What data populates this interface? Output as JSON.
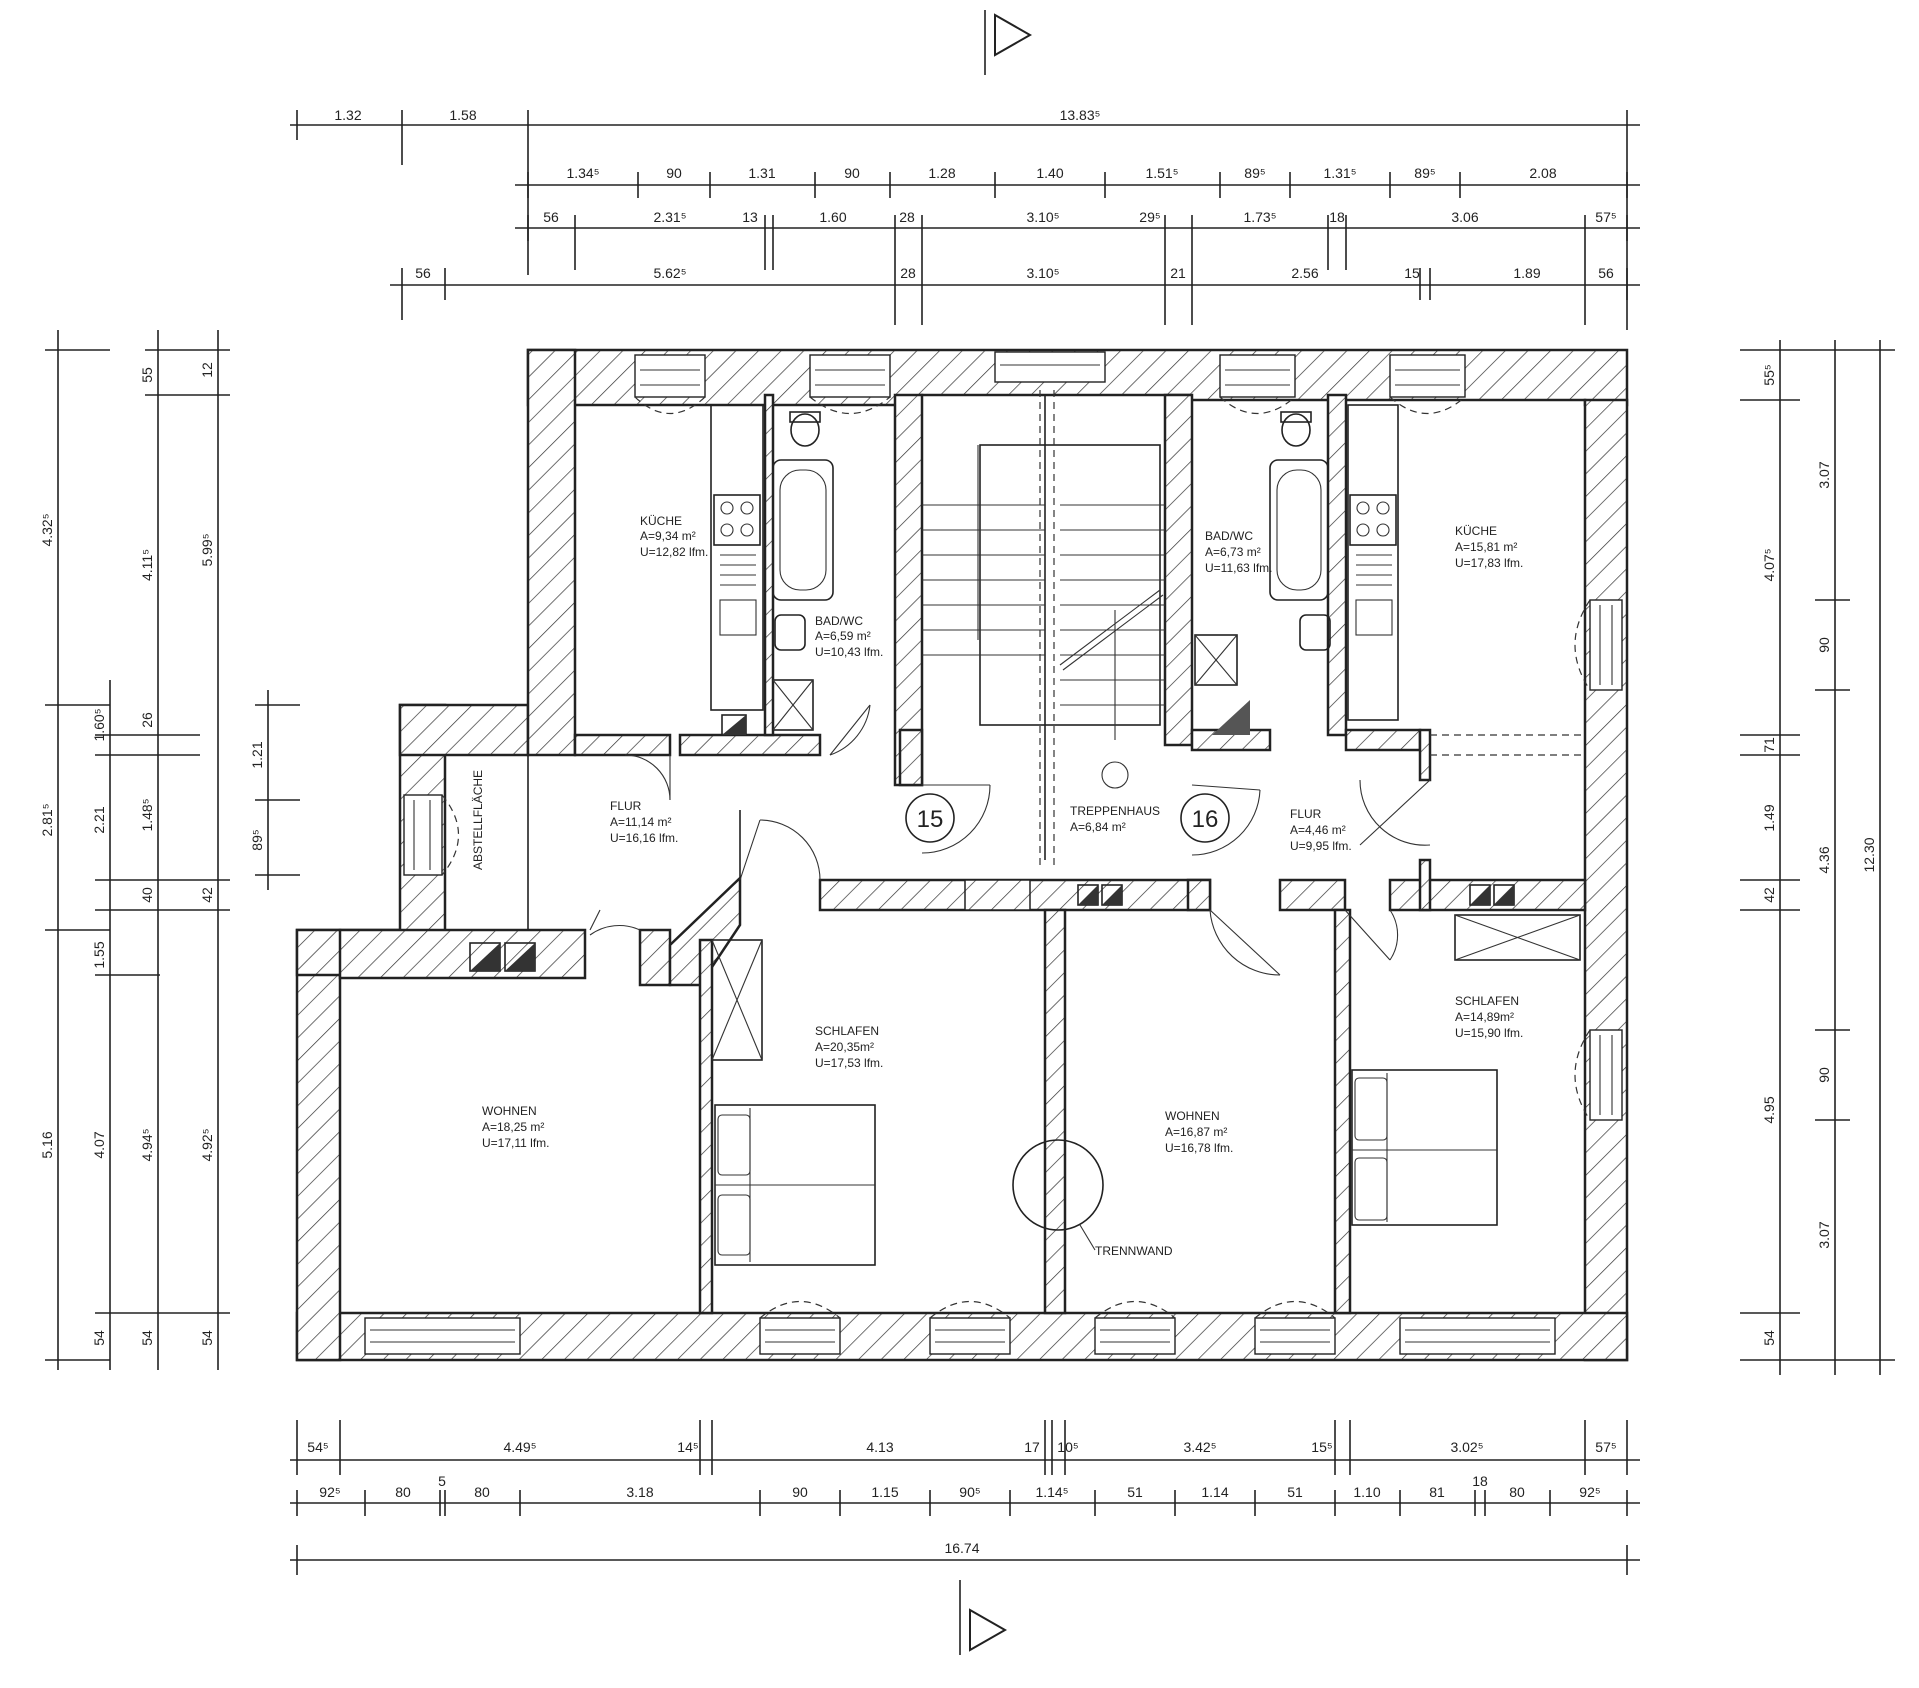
{
  "dims_top": {
    "row1": [
      "1.32",
      "1.58",
      "13.83⁵"
    ],
    "row2": [
      "1.34⁵",
      "90",
      "1.31",
      "90",
      "1.28",
      "1.40",
      "1.51⁵",
      "89⁵",
      "1.31⁵",
      "89⁵",
      "2.08"
    ],
    "row3": [
      "56",
      "2.31⁵",
      "13",
      "1.60",
      "28",
      "3.10⁵",
      "29⁵",
      "1.73⁵",
      "18",
      "3.06",
      "57⁵"
    ],
    "row4": [
      "56",
      "5.62⁵",
      "28",
      "3.10⁵",
      "21",
      "2.56",
      "15",
      "1.89",
      "56"
    ]
  },
  "dims_bottom": {
    "row1": [
      "54⁵",
      "4.49⁵",
      "14⁵",
      "4.13",
      "17",
      "10⁵",
      "3.42⁵",
      "15⁵",
      "3.02⁵",
      "57⁵"
    ],
    "row2": [
      "92⁵",
      "80",
      "5",
      "80",
      "3.18",
      "90",
      "1.15",
      "90⁵",
      "1.14⁵",
      "51",
      "1.14",
      "51",
      "1.10",
      "81",
      "18",
      "80",
      "92⁵"
    ],
    "row3": [
      "16.74"
    ]
  },
  "dims_left": {
    "col1": [
      "4.32⁵",
      "2.81⁵",
      "5.16"
    ],
    "col2": [
      "55",
      "4.11⁵",
      "1.60⁵",
      "1.48⁵",
      "40",
      "1.55",
      "4.07",
      "54"
    ],
    "col3": [
      "12",
      "5.99⁵",
      "26",
      "2.21",
      "42",
      "4.94⁵",
      "54"
    ],
    "col4": [
      "1.21",
      "89⁵",
      "4.92⁵",
      "54"
    ]
  },
  "dims_right": {
    "col1": [
      "55⁵",
      "4.07⁵",
      "71",
      "1.49",
      "42",
      "4.95",
      "54"
    ],
    "col2": [
      "3.07",
      "90",
      "4.36",
      "90",
      "3.07"
    ],
    "col3": [
      "12.30"
    ]
  },
  "rooms": {
    "kueche_l": {
      "name": "KÜCHE",
      "area": "A=9,34 m²",
      "perim": "U=12,82 lfm."
    },
    "bad_l": {
      "name": "BAD/WC",
      "area": "A=6,59 m²",
      "perim": "U=10,43 lfm."
    },
    "flur_l": {
      "name": "FLUR",
      "area": "A=11,14 m²",
      "perim": "U=16,16 lfm."
    },
    "abstell": {
      "name": "ABSTELLFLÄCHE"
    },
    "wohnen_l": {
      "name": "WOHNEN",
      "area": "A=18,25 m²",
      "perim": "U=17,11 lfm."
    },
    "schlafen_l": {
      "name": "SCHLAFEN",
      "area": "A=20,35m²",
      "perim": "U=17,53 lfm."
    },
    "treppe": {
      "name": "TREPPENHAUS",
      "area": "A=6,84 m²"
    },
    "bad_r": {
      "name": "BAD/WC",
      "area": "A=6,73 m²",
      "perim": "U=11,63 lfm."
    },
    "kueche_r": {
      "name": "KÜCHE",
      "area": "A=15,81 m²",
      "perim": "U=17,83 lfm."
    },
    "flur_r": {
      "name": "FLUR",
      "area": "A=4,46 m²",
      "perim": "U=9,95 lfm."
    },
    "wohnen_r": {
      "name": "WOHNEN",
      "area": "A=16,87 m²",
      "perim": "U=16,78 lfm."
    },
    "schlafen_r": {
      "name": "SCHLAFEN",
      "area": "A=14,89m²",
      "perim": "U=15,90 lfm."
    },
    "trennwand": "TRENNWAND"
  },
  "apartments": {
    "left": "15",
    "right": "16"
  }
}
